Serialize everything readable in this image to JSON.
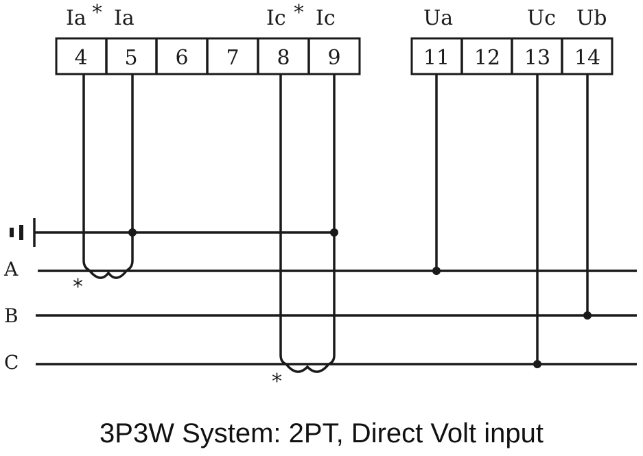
{
  "terminals": {
    "group1": [
      "4",
      "5",
      "6",
      "7",
      "8",
      "9"
    ],
    "group2": [
      "11",
      "12",
      "13",
      "14"
    ]
  },
  "labels": {
    "ia_star": "Ia",
    "ia": "Ia",
    "ic_star": "Ic",
    "ic": "Ic",
    "ua": "Ua",
    "uc": "Uc",
    "ub": "Ub",
    "star": "*"
  },
  "phases": {
    "a": "A",
    "b": "B",
    "c": "C"
  },
  "caption": "3P3W System: 2PT, Direct Volt input",
  "colors": {
    "line": "#1a1a1a",
    "background": "#ffffff"
  }
}
